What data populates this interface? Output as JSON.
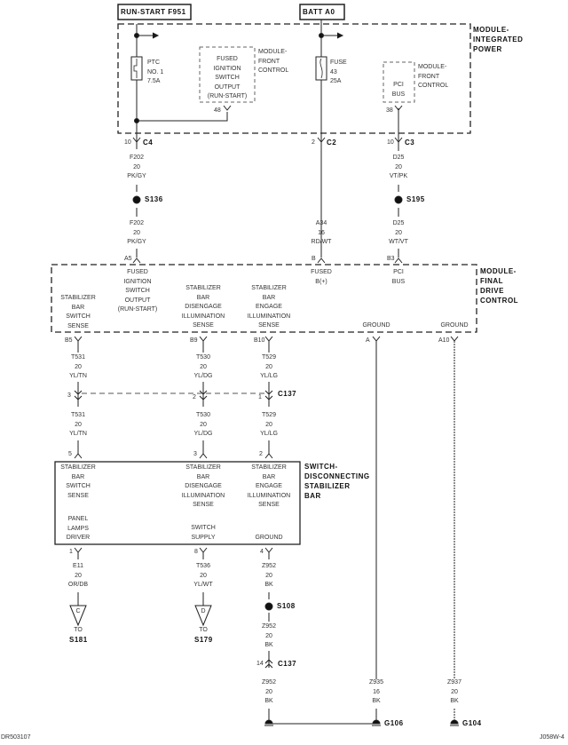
{
  "sources": {
    "run_start": "RUN-START F951",
    "batt": "BATT A0"
  },
  "module_ipm": {
    "title": "MODULE-\nINTEGRATED\nPOWER",
    "ptc": "PTC\nNO. 1\n7.5A",
    "fuse": "FUSE\n43\n25A",
    "fcm_label": "MODULE-\nFRONT\nCONTROL",
    "fcm_output": "FUSED\nIGNITION\nSWITCH\nOUTPUT\n(RUN-START)",
    "pin_48": "48",
    "pci_module": "MODULE-\nFRONT\nCONTROL",
    "pci_bus": "PCI\nBUS",
    "pin_38": "38"
  },
  "connectors": {
    "c4_pin": "10",
    "c4": "C4",
    "c2_pin": "2",
    "c2": "C2",
    "c3_pin": "10",
    "c3": "C3",
    "c137": "C137",
    "c137_pin3": "3",
    "c137_pin2": "2",
    "c137_pin1": "1",
    "c137_pin14": "14",
    "c137_b": "C137"
  },
  "wires": {
    "f202_a": "F202\n20\nPK/GY",
    "f202_b": "F202\n20\nPK/GY",
    "a34": "A34\n16\nRD/WT",
    "d25_a": "D25\n20\nVT/PK",
    "d25_b": "D25\n20\nWT/VT",
    "t531_a": "T531\n20\nYL/TN",
    "t530_a": "T530\n20\nYL/DG",
    "t529_a": "T529\n20\nYL/LG",
    "t531_b": "T531\n20\nYL/TN",
    "t530_b": "T530\n20\nYL/DG",
    "t529_b": "T529\n20\nYL/LG",
    "e11": "E11\n20\nOR/DB",
    "t536": "T536\n20\nYL/WT",
    "z952_a": "Z952\n20\nBK",
    "z952_b": "Z952\n20\nBK",
    "z952_c": "Z952\n20\nBK",
    "z935": "Z935\n16\nBK",
    "z937": "Z937\n20\nBK"
  },
  "splices": {
    "s136": "S136",
    "s195": "S195",
    "s108": "S108"
  },
  "module_fdc": {
    "title": "MODULE-\nFINAL\nDRIVE\nCONTROL",
    "pin_a5": "A5",
    "pin_b": "B",
    "pin_b3": "B3",
    "fused_ign": "FUSED\nIGNITION\nSWITCH\nOUTPUT\n(RUN-START)",
    "fused_b": "FUSED\nB(+)",
    "pci_bus": "PCI\nBUS",
    "sense": "STABILIZER\nBAR\nSWITCH\nSENSE",
    "disengage": "STABILIZER\nBAR\nDISENGAGE\nILLUMINATION\nSENSE",
    "engage": "STABILIZER\nBAR\nENGAGE\nILLUMINATION\nSENSE",
    "ground1": "GROUND",
    "ground2": "GROUND",
    "pin_b5": "B5",
    "pin_b9": "B9",
    "pin_b10": "B10",
    "pin_a": "A",
    "pin_a10": "A10"
  },
  "switch": {
    "title": "SWITCH-\nDISCONNECTING\nSTABILIZER\nBAR",
    "pin5": "5",
    "pin3": "3",
    "pin2": "2",
    "sense": "STABILIZER\nBAR\nSWITCH\nSENSE",
    "disengage": "STABILIZER\nBAR\nDISENGAGE\nILLUMINATION\nSENSE",
    "engage": "STABILIZER\nBAR\nENGAGE\nILLUMINATION\nSENSE",
    "panel": "PANEL\nLAMPS\nDRIVER",
    "supply": "SWITCH\nSUPPLY",
    "ground": "GROUND",
    "pin1": "1",
    "pin8": "8",
    "pin4": "4"
  },
  "refs": {
    "c_letter": "C",
    "d_letter": "D",
    "to1": "TO",
    "s181": "S181",
    "to2": "TO",
    "s179": "S179"
  },
  "grounds": {
    "g106": "G106",
    "g104": "G104"
  },
  "footer": {
    "left": "DR503107",
    "right": "J058W-4"
  }
}
